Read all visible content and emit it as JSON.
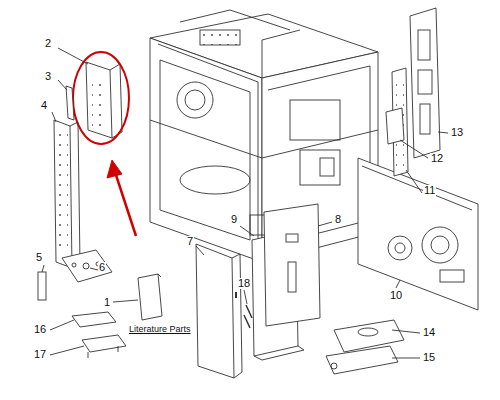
{
  "diagram": {
    "labels": [
      "2",
      "3",
      "4",
      "5",
      "6",
      "1",
      "Literature Parts",
      "16",
      "17",
      "7",
      "9",
      "18",
      "8",
      "13",
      "12",
      "11",
      "10",
      "14",
      "15"
    ]
  }
}
